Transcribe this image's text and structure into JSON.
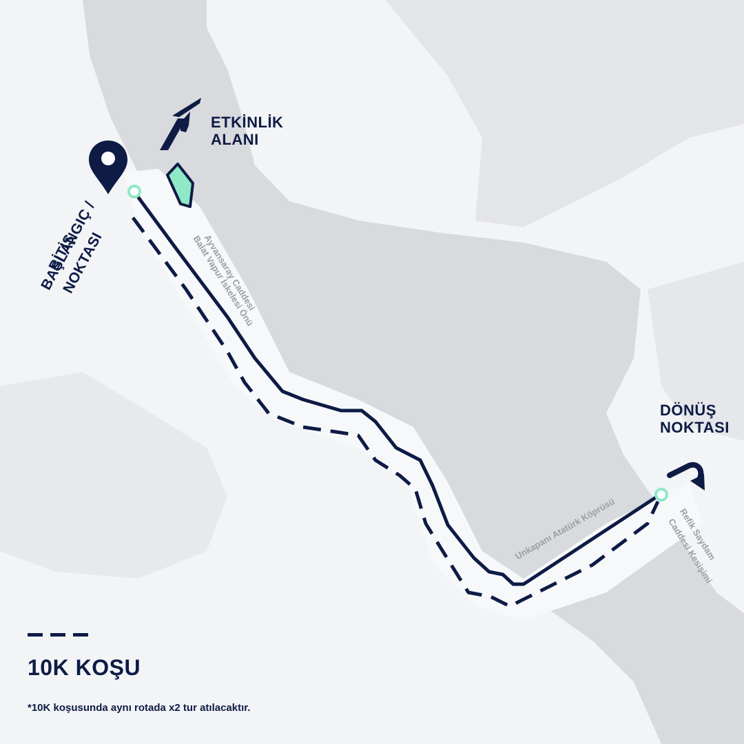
{
  "colors": {
    "background": "#eef0f3",
    "land_light": "#f6f7f8",
    "water": "#d9dadd",
    "route": "#0d1b45",
    "accent": "#8fe8c6",
    "street_text": "#9a9ea6"
  },
  "map": {
    "event_area": {
      "line1": "ETKİNLİK",
      "line2": "ALANI",
      "icon": "event-logo-icon"
    },
    "start": {
      "line1": "BAŞLANGIÇ /",
      "line2": "BİTİŞ",
      "line3": "NOKTASI",
      "icon": "location-pin-icon"
    },
    "turn": {
      "line1": "DÖNÜŞ",
      "line2": "NOKTASI",
      "icon": "u-turn-arrow-icon"
    },
    "streets": {
      "ayvansaray_1": "Ayvansaray Caddesi",
      "ayvansaray_2": "Balat Vapur İskelesi Önü",
      "bridge": "Unkapanı Atatürk Köprüsü",
      "refik_1": "Refik Saydam",
      "refik_2": "Caddesi Kesişimi"
    }
  },
  "legend": {
    "line_style": "dashed",
    "title": "10K KOŞU",
    "note": "*10K koşusunda aynı rotada x2 tur atılacaktır."
  }
}
